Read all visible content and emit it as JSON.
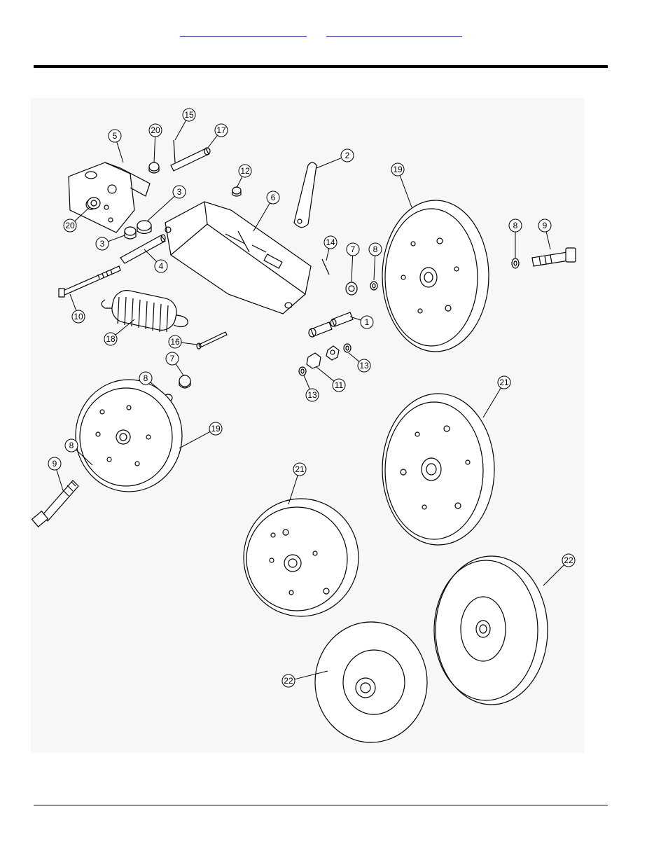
{
  "header": {
    "links": [
      "",
      ""
    ]
  },
  "callouts": [
    {
      "id": "c15",
      "text": "15"
    },
    {
      "id": "c20a",
      "text": "20"
    },
    {
      "id": "c17",
      "text": "17"
    },
    {
      "id": "c5",
      "text": "5"
    },
    {
      "id": "c12",
      "text": "12"
    },
    {
      "id": "c2",
      "text": "2"
    },
    {
      "id": "c19a",
      "text": "19"
    },
    {
      "id": "c3a",
      "text": "3"
    },
    {
      "id": "c6",
      "text": "6"
    },
    {
      "id": "c20b",
      "text": "20"
    },
    {
      "id": "c3b",
      "text": "3"
    },
    {
      "id": "c4",
      "text": "4"
    },
    {
      "id": "c14",
      "text": "14"
    },
    {
      "id": "c7a",
      "text": "7"
    },
    {
      "id": "c8a",
      "text": "8"
    },
    {
      "id": "c8b",
      "text": "8"
    },
    {
      "id": "c9a",
      "text": "9"
    },
    {
      "id": "c10",
      "text": "10"
    },
    {
      "id": "c1",
      "text": "1"
    },
    {
      "id": "c18",
      "text": "18"
    },
    {
      "id": "c16",
      "text": "16"
    },
    {
      "id": "c13a",
      "text": "13"
    },
    {
      "id": "c7b",
      "text": "7"
    },
    {
      "id": "c11",
      "text": "11"
    },
    {
      "id": "c13b",
      "text": "13"
    },
    {
      "id": "c8c",
      "text": "8"
    },
    {
      "id": "c21a",
      "text": "21"
    },
    {
      "id": "c19b",
      "text": "19"
    },
    {
      "id": "c8d",
      "text": "8"
    },
    {
      "id": "c9b",
      "text": "9"
    },
    {
      "id": "c21b",
      "text": "21"
    },
    {
      "id": "c22a",
      "text": "22"
    },
    {
      "id": "c22b",
      "text": "22"
    }
  ]
}
